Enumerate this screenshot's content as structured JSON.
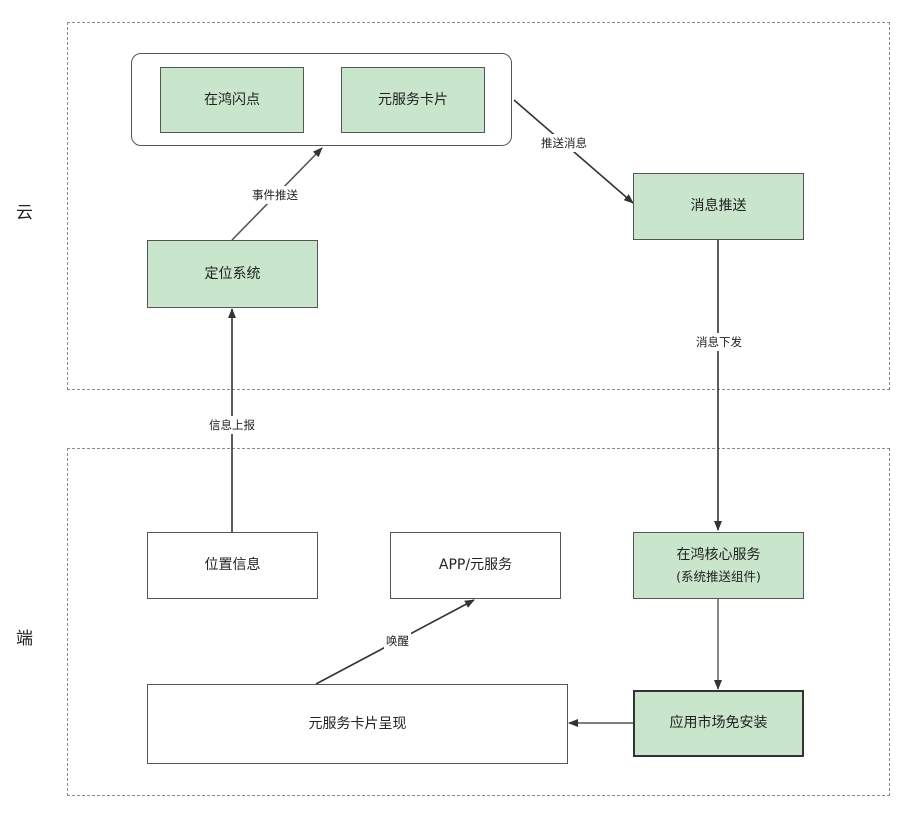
{
  "zones": {
    "cloud": {
      "label": "云"
    },
    "device": {
      "label": "端"
    }
  },
  "nodes": {
    "zaihong_shandian": {
      "label": "在鸿闪点"
    },
    "yuanfuwu_kapian": {
      "label": "元服务卡片"
    },
    "xiaoxi_tuisong": {
      "label": "消息推送"
    },
    "dingwei_xitong": {
      "label": "定位系统"
    },
    "weizhi_xinxi": {
      "label": "位置信息"
    },
    "app_yuanfuwu": {
      "label": "APP/元服务"
    },
    "zaihong_hexin": {
      "label": "在鸿核心服务",
      "sublabel": "(系统推送组件)"
    },
    "yingyong_shichang": {
      "label": "应用市场免安装"
    },
    "kapian_chengxian": {
      "label": "元服务卡片呈现"
    }
  },
  "edges": {
    "shijian_tuisong": {
      "label": "事件推送"
    },
    "tuisong_xiaoxi": {
      "label": "推送消息"
    },
    "xiaoxi_xiafa": {
      "label": "消息下发"
    },
    "xinxi_shangbao": {
      "label": "信息上报"
    },
    "huanxing": {
      "label": "唤醒"
    }
  },
  "colors": {
    "node_fill": "#c9e5cb",
    "line": "#444444",
    "zone_border": "#8a8a8a"
  }
}
